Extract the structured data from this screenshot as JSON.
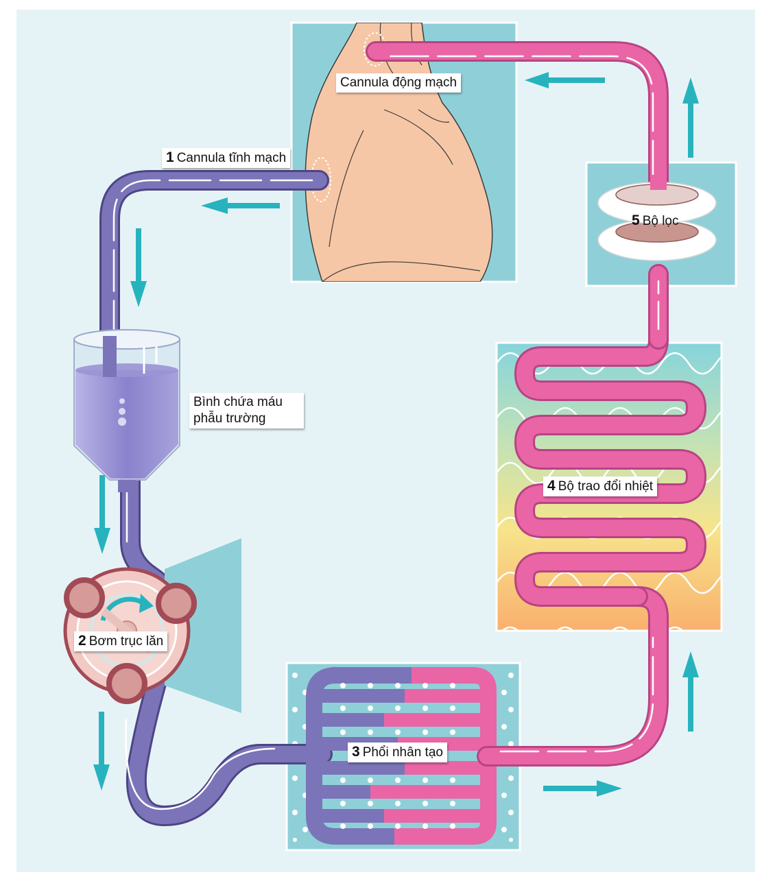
{
  "labels": {
    "arterial_cannula": "Cannula động mạch",
    "venous_cannula": {
      "num": "1",
      "text": "Cannula tĩnh mạch"
    },
    "reservoir_line1": "Bình chứa máu",
    "reservoir_line2": "phẫu trường",
    "roller_pump": {
      "num": "2",
      "text": "Bơm trục lăn"
    },
    "oxygenator": {
      "num": "3",
      "text": "Phổi nhân tạo"
    },
    "heat_exchanger": {
      "num": "4",
      "text": "Bộ trao đổi nhiệt"
    },
    "filter": {
      "num": "5",
      "text": "Bộ lọc"
    }
  },
  "colors": {
    "background": "#e6f3f6",
    "panel": "#8fd0d8",
    "venous_blood": "#7b74b8",
    "arterial_blood": "#e965a6",
    "arrow": "#27b3be",
    "heart": "#f6c7a6",
    "pump_ring": "#a24a55",
    "filter_disc": "#c9968f"
  }
}
